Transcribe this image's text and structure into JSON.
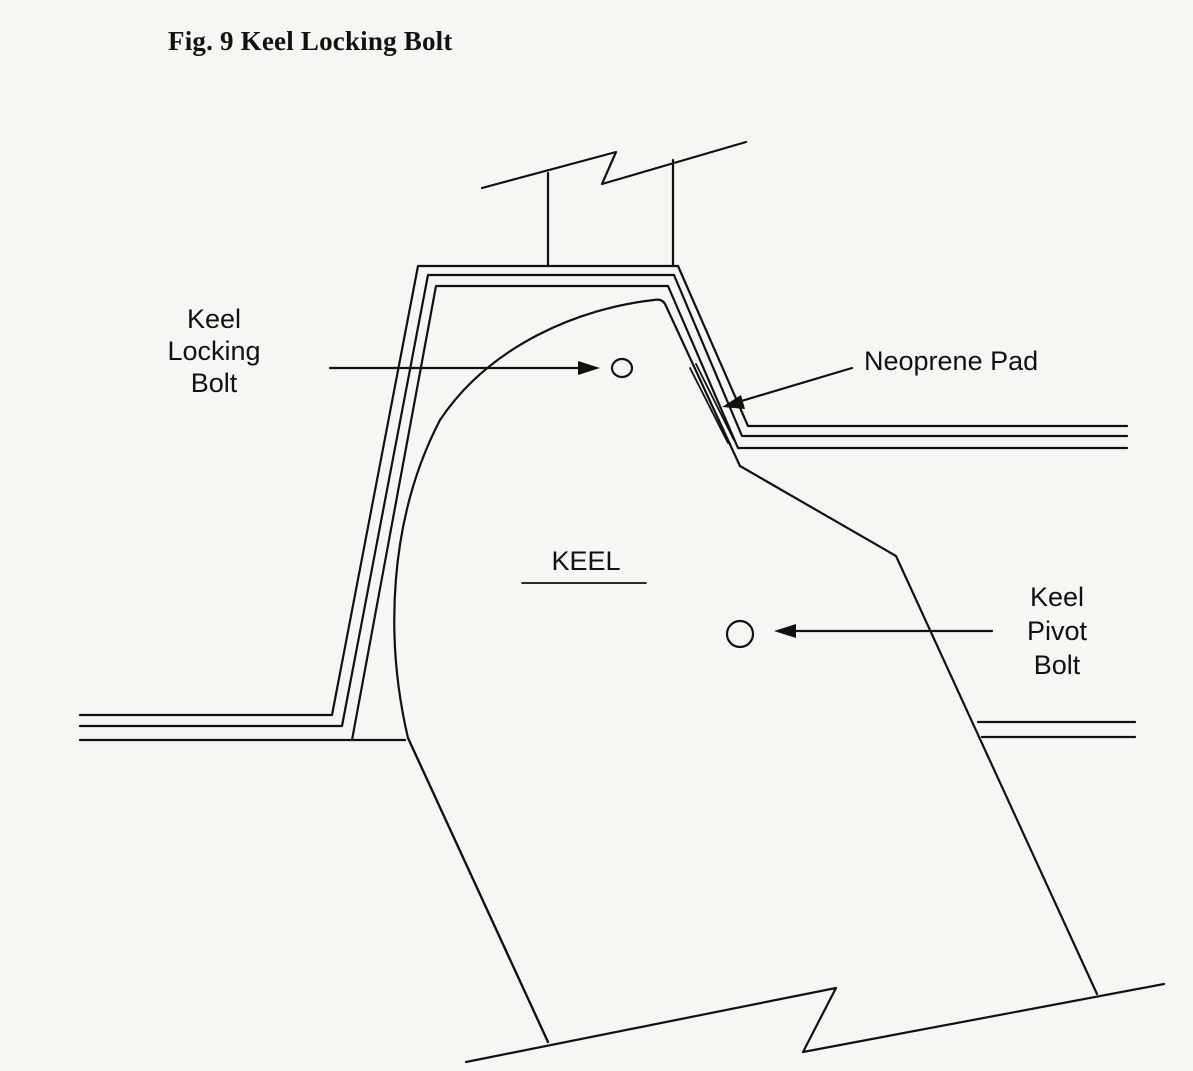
{
  "figure": {
    "title": "Fig. 9 Keel Locking Bolt"
  },
  "labels": {
    "keel_locking_bolt": [
      "Keel",
      "Locking",
      "Bolt"
    ],
    "neoprene_pad": "Neoprene Pad",
    "keel": "KEEL",
    "keel_pivot_bolt": [
      "Keel",
      "Pivot",
      "Bolt"
    ]
  },
  "colors": {
    "ink": "#111111",
    "paper": "#f7f6f3"
  }
}
